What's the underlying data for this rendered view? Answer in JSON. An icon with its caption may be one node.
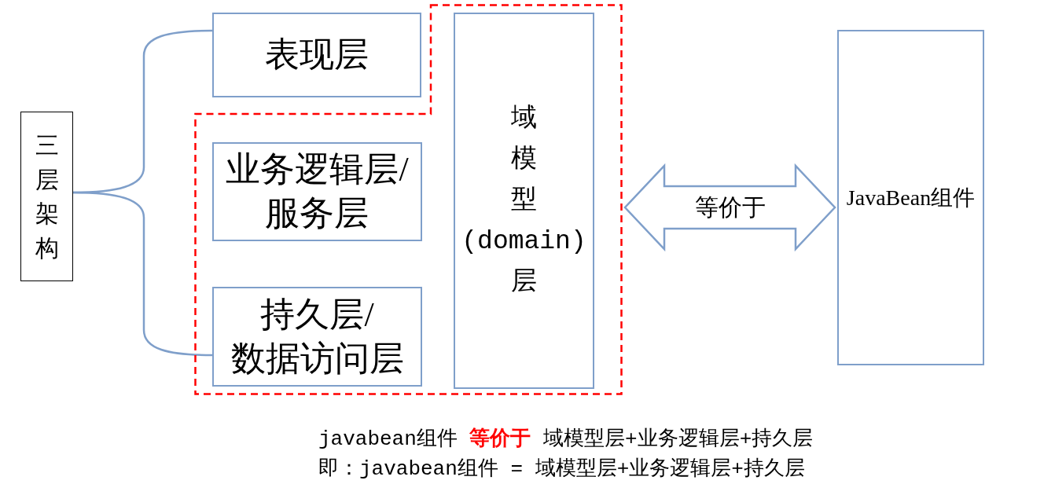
{
  "diagram": {
    "nodes": [
      {
        "text": [
          "三层架构"
        ]
      },
      {
        "text": [
          "表现层"
        ]
      },
      {
        "text": [],
        "shape": "box"
      },
      {
        "text": [
          "业务逻辑层/服务层"
        ],
        "in": 2
      },
      {
        "text": [
          "持久层/数据访问层"
        ],
        "in": 2
      },
      {
        "text": [
          "域模型(domain)层"
        ],
        "in": 2
      },
      {
        "text": [
          "JavaBean组件"
        ]
      }
    ],
    "edges": [
      {
        "from": 0,
        "to": 1,
        "arrow": "none"
      },
      {
        "from": 0,
        "to": 4,
        "arrow": "none"
      },
      {
        "from": 2,
        "to": 6,
        "arrow": "both",
        "label": "等价于",
        "style": "thick"
      }
    ],
    "labels": [
      "javabean组件 **等价于** 域模型层+业务逻辑层+持久层",
      "即：javabean组件 = 域模型层+业务逻辑层+持久层"
    ]
  }
}
